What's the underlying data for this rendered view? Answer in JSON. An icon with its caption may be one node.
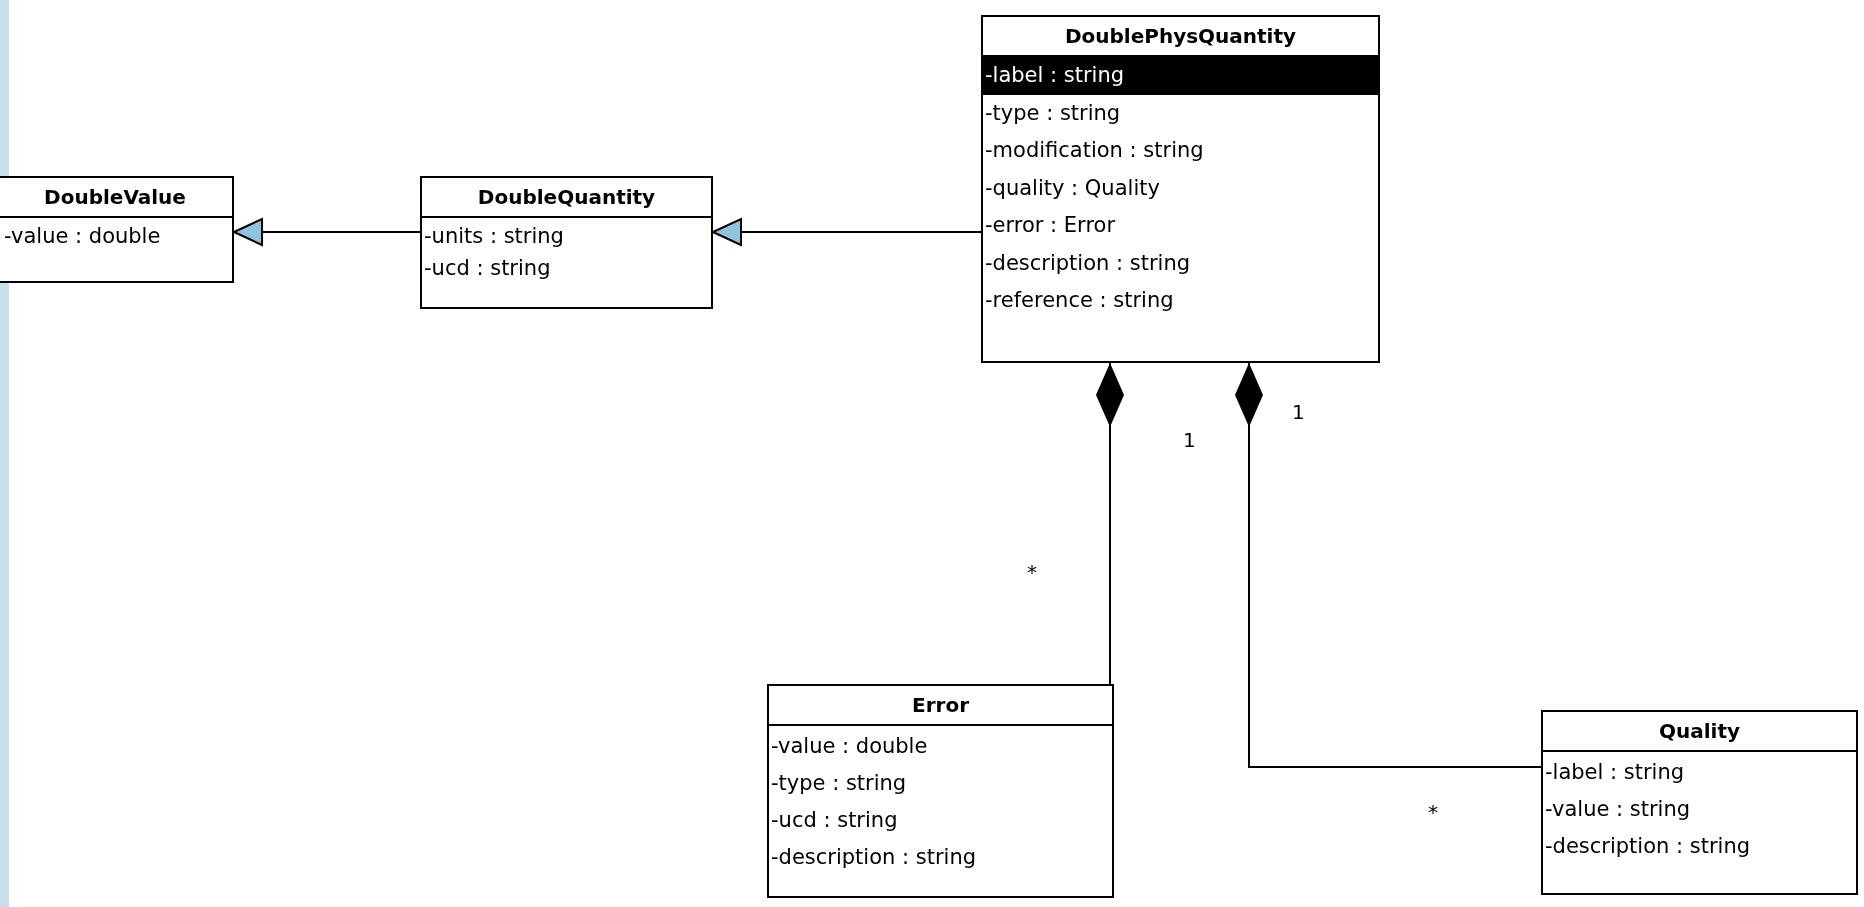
{
  "diagram": {
    "nodes": [
      {
        "text": [
          "DoubleValue",
          "-value : double"
        ]
      },
      {
        "text": [
          "DoubleQuantity",
          "-units : string",
          "-ucd : string"
        ]
      },
      {
        "text": [
          "DoublePhysQuantity",
          "-label : string",
          "-type : string",
          "-modification : string",
          "-quality : Quality",
          "-error : Error",
          "-description : string",
          "-reference : string"
        ]
      },
      {
        "text": [
          "Error",
          "-value : double",
          "-type : string",
          "-ucd : string",
          "-description : string"
        ]
      },
      {
        "text": [
          "Quality",
          "-label : string",
          "-value : string",
          "-description : string"
        ]
      }
    ],
    "edges": [
      {
        "from": 1,
        "to": 0,
        "arrow": "to"
      },
      {
        "from": 2,
        "to": 1,
        "arrow": "to"
      },
      {
        "from": 2,
        "to": 3,
        "arrow": "other"
      },
      {
        "from": 2,
        "to": 4,
        "arrow": "other"
      }
    ],
    "labels": [
      "1",
      "1",
      "*",
      "*"
    ]
  }
}
